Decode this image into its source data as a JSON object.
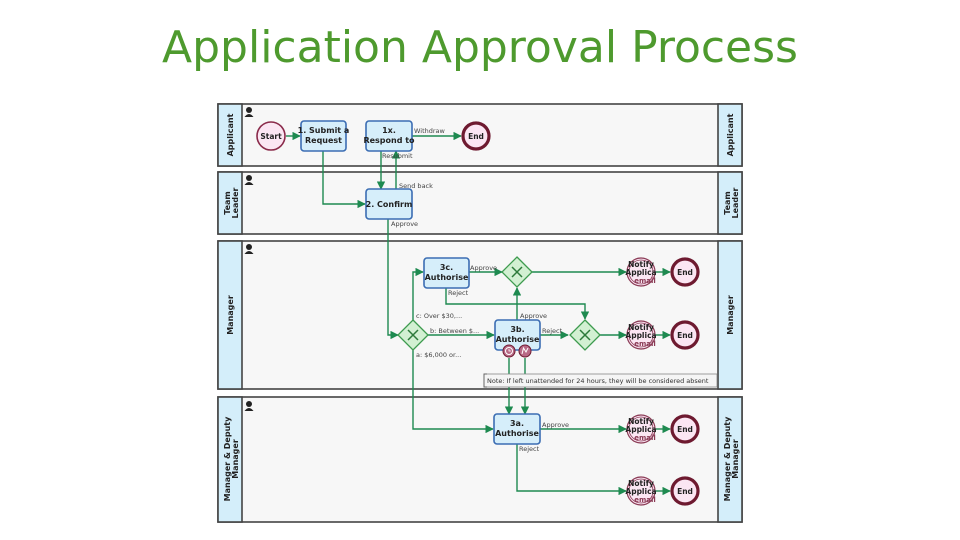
{
  "title": "Application Approval Process",
  "colors": {
    "title": "#4e9a2e",
    "lane_header": "#d4eefa",
    "task_fill": "#d6eefa",
    "task_border": "#3b6db3",
    "flow": "#1e8a50",
    "gateway_fill": "#d2f0d2",
    "event_fill": "#fbe6f3",
    "end_border": "#6e1a30"
  },
  "lanes": [
    {
      "id": "applicant",
      "label": "Applicant"
    },
    {
      "id": "team_leader",
      "label": "Team Leader",
      "lines": [
        "Team",
        "Leader"
      ]
    },
    {
      "id": "manager",
      "label": "Manager"
    },
    {
      "id": "manager_deputy",
      "label": "Manager & Deputy Manager",
      "lines": [
        "Manager & Deputy",
        "Manager"
      ]
    }
  ],
  "events": {
    "start": "Start",
    "end": "End",
    "notify_lines": [
      "Notify",
      "Applica",
      "email"
    ]
  },
  "tasks": {
    "t1": [
      "1. Submit a",
      "Request"
    ],
    "t1x": [
      "1x.",
      "Respond to"
    ],
    "t2": [
      "2. Confirm"
    ],
    "t3c": [
      "3c.",
      "Authorise"
    ],
    "t3b": [
      "3b.",
      "Authorise"
    ],
    "t3a": [
      "3a.",
      "Authorise"
    ]
  },
  "flow_labels": {
    "withdraw": "Withdraw",
    "resubmit": "Resubmit",
    "send_back": "Send back",
    "approve": "Approve",
    "reject": "Reject",
    "cond_c": "c: Over $30,...",
    "cond_b": "b: Between $...",
    "cond_a": "a: $6,000 or..."
  },
  "note": "Note: If left unattended for 24 hours, they will be considered absent",
  "icons": {
    "lane_actor": "person-icon",
    "timer": "timer-icon",
    "escalation": "escalation-icon",
    "gateway": "exclusive-gateway-icon",
    "message": "envelope-icon"
  }
}
